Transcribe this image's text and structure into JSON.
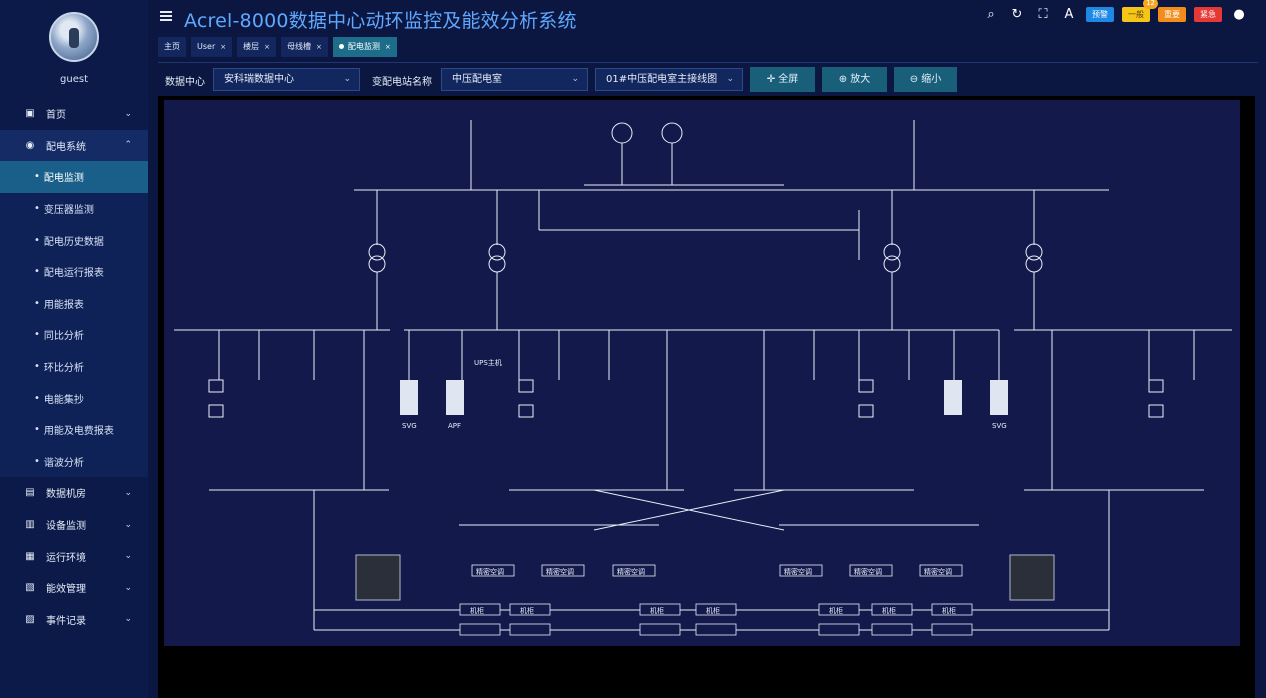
{
  "sidebar": {
    "username": "guest",
    "items": [
      {
        "label": "首页",
        "icon": "monitor-icon"
      },
      {
        "label": "配电系统",
        "icon": "distribution-icon"
      },
      {
        "label": "数据机房",
        "icon": "server-room-icon"
      },
      {
        "label": "设备监测",
        "icon": "bar-chart-icon"
      },
      {
        "label": "运行环境",
        "icon": "environment-icon"
      },
      {
        "label": "能效管理",
        "icon": "efficiency-icon"
      },
      {
        "label": "事件记录",
        "icon": "record-icon"
      }
    ],
    "sub_items": [
      "配电监测",
      "变压器监测",
      "配电历史数据",
      "配电运行报表",
      "用能报表",
      "同比分析",
      "环比分析",
      "电能集抄",
      "用能及电费报表",
      "谐波分析"
    ]
  },
  "header": {
    "title": "Acrel-8000数据中心动环监控及能效分析系统",
    "alerts": [
      {
        "label": "预警",
        "color": "#1e88e5"
      },
      {
        "label": "一般",
        "color": "#f5c518",
        "count": "12"
      },
      {
        "label": "重要",
        "color": "#f28c1a"
      },
      {
        "label": "紧急",
        "color": "#e53935"
      }
    ]
  },
  "tabs": [
    "主页",
    "User",
    "楼层",
    "母线槽",
    "配电监测"
  ],
  "toolbar": {
    "dc_label": "数据中心",
    "dc_value": "安科瑞数据中心",
    "station_label": "变配电站名称",
    "station_value": "中压配电室",
    "diagram_value": "01#中压配电室主接线图",
    "fullscreen": "全屏",
    "zoom_in": "放大",
    "zoom_out": "缩小"
  },
  "diagram": {
    "labels": {
      "svc": "SVG",
      "apf": "APF",
      "ups": "UPS主机",
      "ac": "精密空调",
      "cabinet": "机柜"
    }
  }
}
